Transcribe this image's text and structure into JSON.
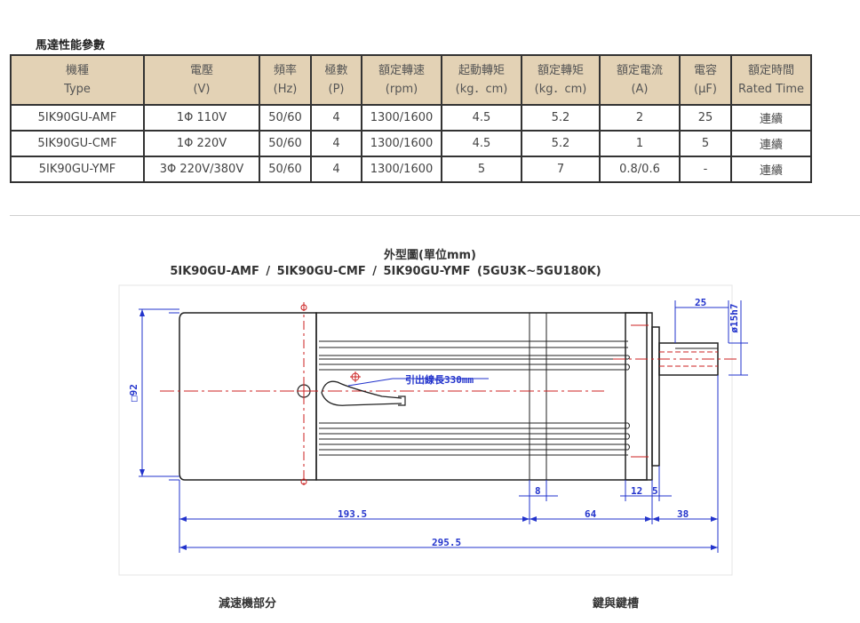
{
  "section_title": "馬達性能參數",
  "table": {
    "headers": [
      {
        "zh": "機種",
        "en": "Type"
      },
      {
        "zh": "電壓",
        "en": "(V)"
      },
      {
        "zh": "頻率",
        "en": "(Hz)"
      },
      {
        "zh": "極數",
        "en": "(P)"
      },
      {
        "zh": "額定轉速",
        "en": "(rpm)"
      },
      {
        "zh": "起動轉矩",
        "en": "(kg．cm)"
      },
      {
        "zh": "額定轉矩",
        "en": "(kg．cm)"
      },
      {
        "zh": "額定電流",
        "en": "(A)"
      },
      {
        "zh": "電容",
        "en": "(μF)"
      },
      {
        "zh": "額定時間",
        "en": "Rated Time"
      }
    ],
    "rows": [
      [
        "5IK90GU-AMF",
        "1Φ 110V",
        "50/60",
        "4",
        "1300/1600",
        "4.5",
        "5.2",
        "2",
        "25",
        "連續"
      ],
      [
        "5IK90GU-CMF",
        "1Φ 220V",
        "50/60",
        "4",
        "1300/1600",
        "4.5",
        "5.2",
        "1",
        "5",
        "連續"
      ],
      [
        "5IK90GU-YMF",
        "3Φ 220V/380V",
        "50/60",
        "4",
        "1300/1600",
        "5",
        "7",
        "0.8/0.6",
        "-",
        "連續"
      ]
    ]
  },
  "figure": {
    "title": "外型圖(單位mm)",
    "models": "5IK90GU-AMF  /  5IK90GU-CMF  /   5IK90GU-YMF   (5GU3K~5GU180K)",
    "dims": {
      "square": "□92",
      "length_body": "193.5",
      "length_total": "295.5",
      "d8": "8",
      "d64": "64",
      "d12": "12",
      "d5": "5",
      "d38": "38",
      "d25": "25",
      "shaft": "ø15h7",
      "lead_note": "引出線長330mm"
    }
  },
  "bottom_labels": {
    "left": "減速機部分",
    "right": "鍵與鍵槽"
  }
}
